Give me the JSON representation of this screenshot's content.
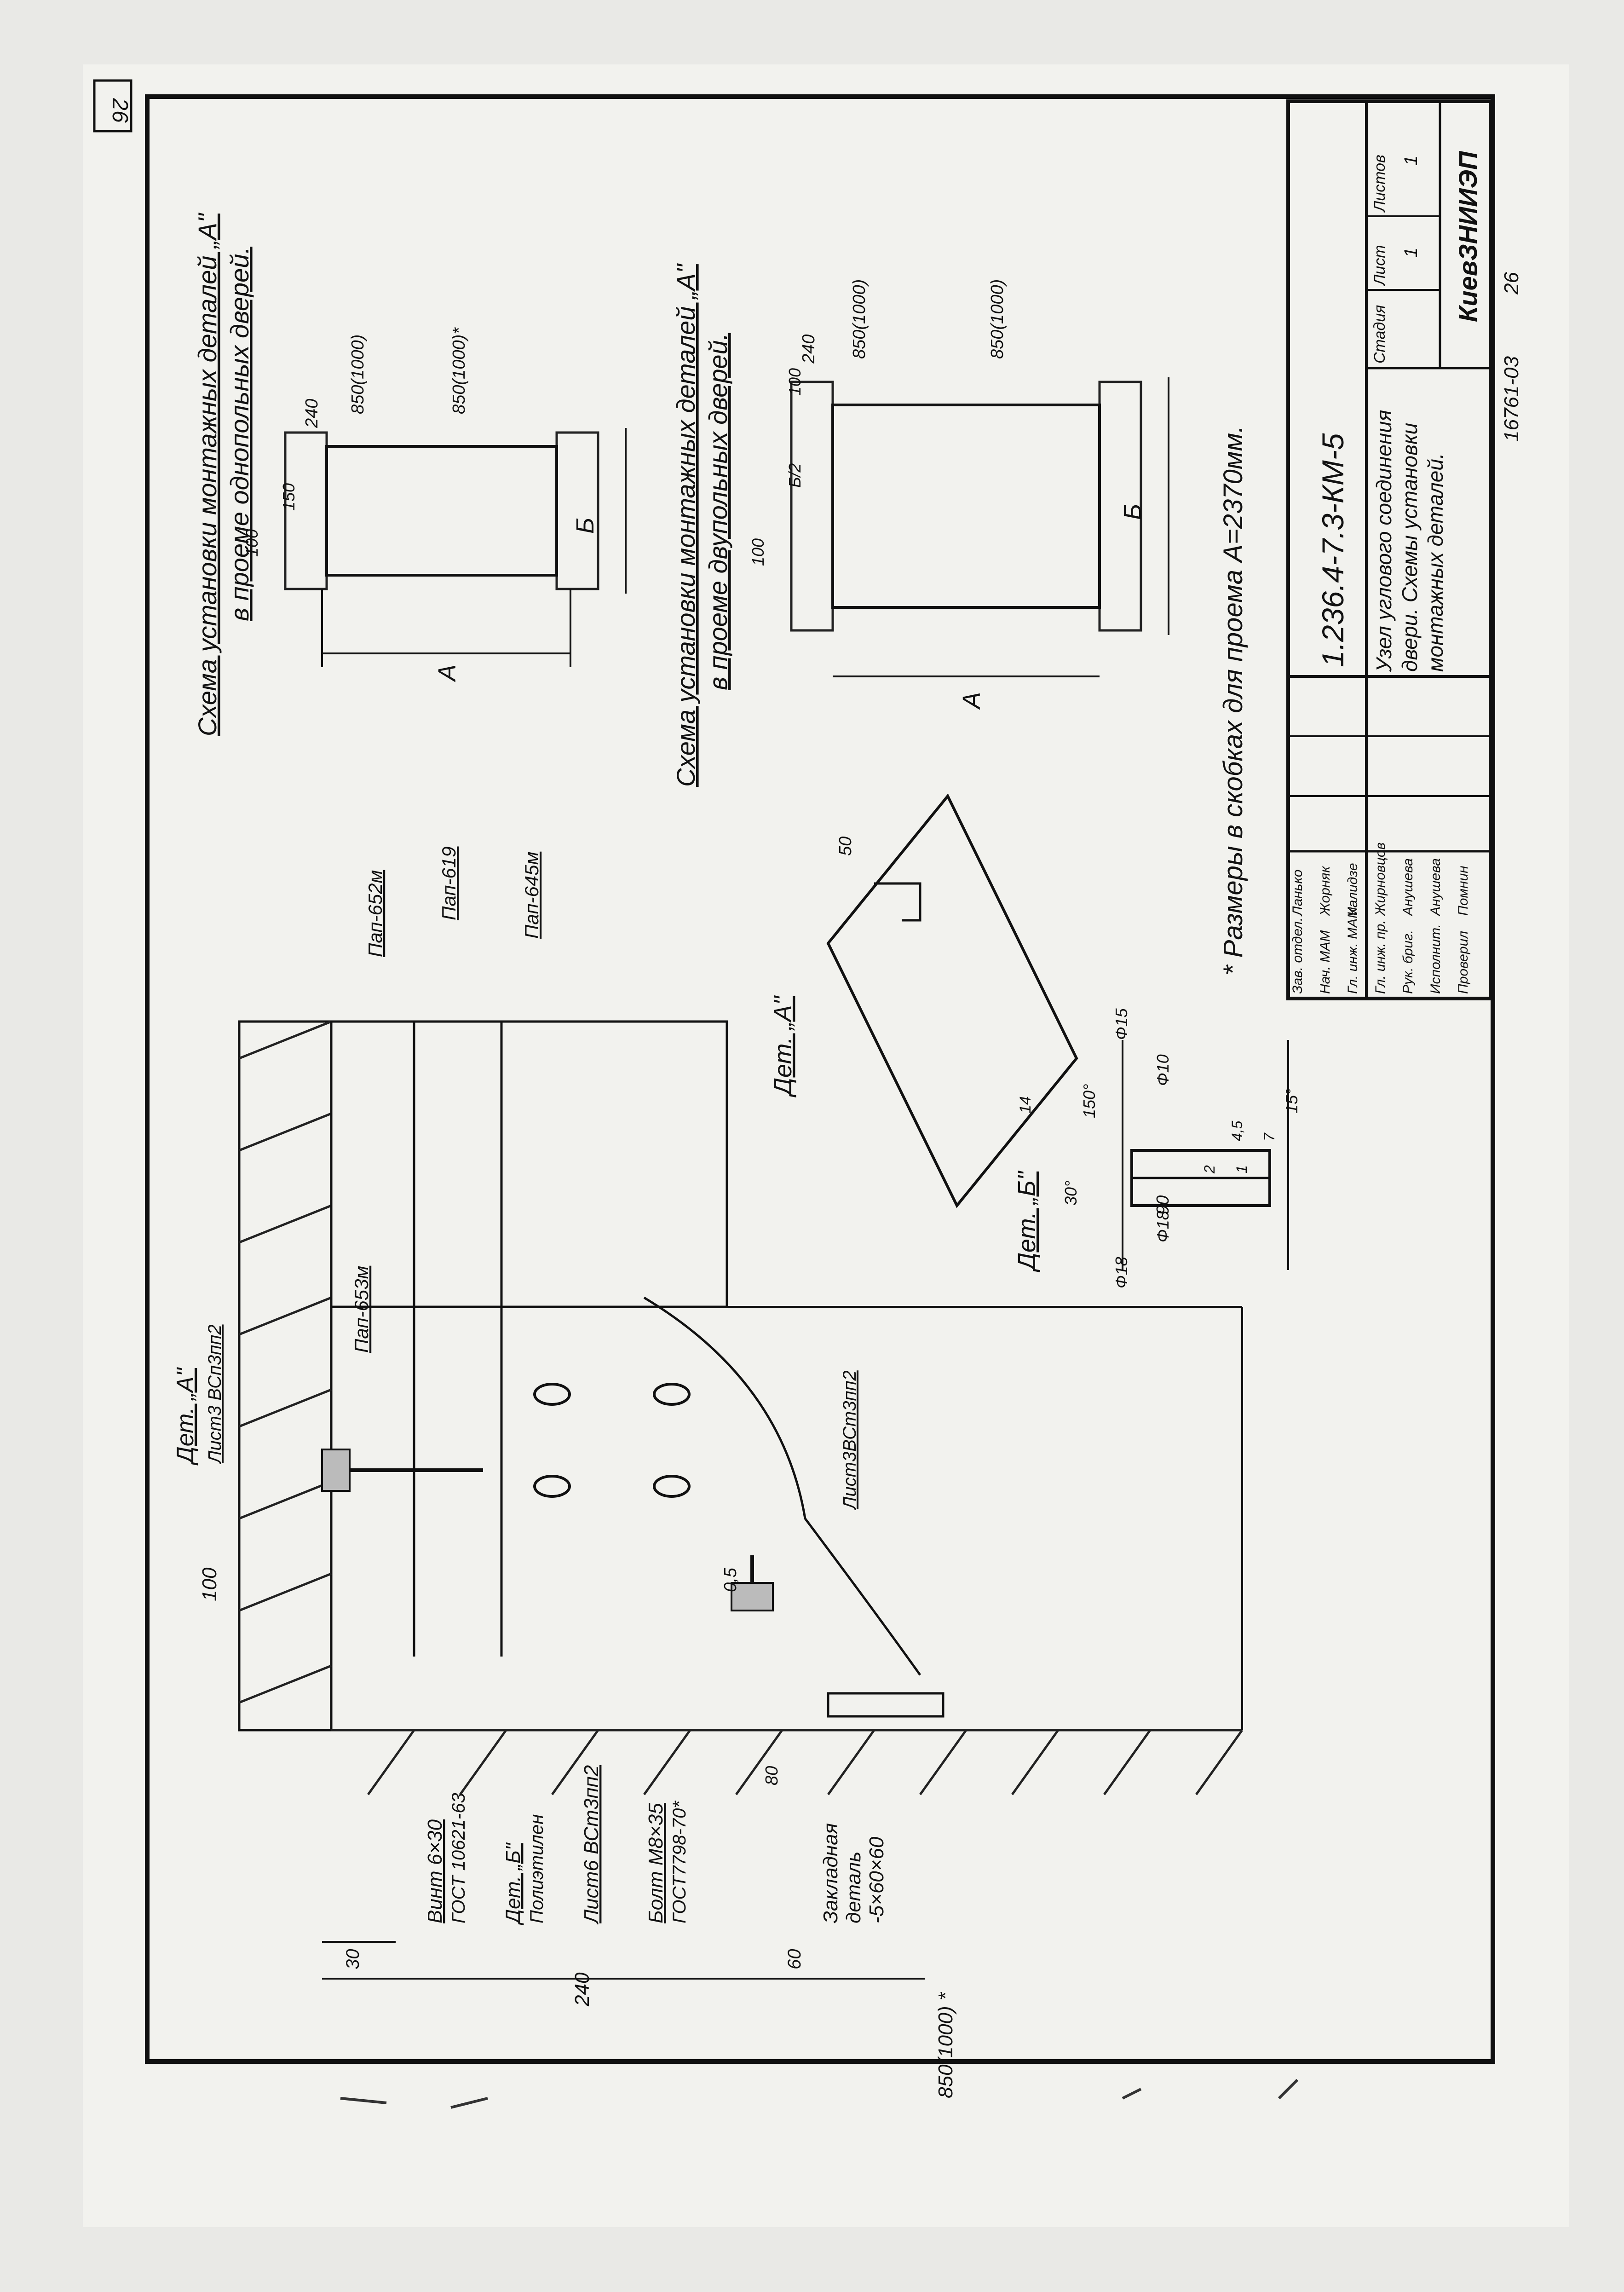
{
  "page_number": "26",
  "schemes": {
    "single_leaf": {
      "title_line1": "Схема установки монтажных деталей „А\"",
      "title_line2": "в проеме однопольных дверей.",
      "dims": [
        "850(1000)",
        "850(1000)*",
        "240",
        "100",
        "150"
      ],
      "label_a": "А",
      "label_b": "Б"
    },
    "double_leaf": {
      "title_line1": "Схема установки монтажных деталей „А\"",
      "title_line2": "в проеме двупольных дверей.",
      "dims": [
        "850(1000)",
        "850(1000)",
        "240",
        "100",
        "100",
        "Б/2"
      ],
      "label_a": "А",
      "label_b": "Б"
    }
  },
  "note": "* Размеры в скобках для проема А=2370мм.",
  "detail_a": {
    "title": "Дет. „А\"",
    "dims": [
      "50",
      "90",
      "14"
    ]
  },
  "detail_b": {
    "title": "Дет. „Б\"",
    "dims": [
      "Ф15",
      "Ф10",
      "Ф18",
      "Ф18",
      "150°",
      "30°",
      "15°",
      "2",
      "1",
      "4,5",
      "7"
    ]
  },
  "section_labels": {
    "panel_1": "Пап-652м",
    "panel_2": "Пап-619",
    "panel_3": "Пап-645м",
    "panel_4": "Пап-653м",
    "det_a": "Дет. „А\"",
    "det_a_mat": "Лист3 ВСп3пп2",
    "sheet_mat": "Лист3ВСт3пп2",
    "dim_100": "100",
    "dim_5": "0,5",
    "dim_80": "80"
  },
  "callouts": [
    {
      "line1": "Винт 6×30",
      "line2": "ГОСТ 10621-63"
    },
    {
      "line1": "Дет. „Б\"",
      "line2": "Полиэтилен"
    },
    {
      "line1": "Лист6 ВСт3пп2",
      "line2": ""
    },
    {
      "line1": "Болт М8×35",
      "line2": "ГОСТ7798-70*"
    },
    {
      "line1": "Закладная",
      "line2": "деталь",
      "line3": "-5×60×60"
    }
  ],
  "bottom_dims": [
    "30",
    "240",
    "60",
    "850(1000) *"
  ],
  "title_block": {
    "code": "1.236.4-7.3-КМ-5",
    "description": "Узел углового соединения двери. Схемы установки монтажных деталей.",
    "stage_header": "Стадия",
    "sheet_header": "Лист",
    "sheets_header": "Листов",
    "stage_value": "",
    "sheet_value": "1",
    "sheets_value": "1",
    "organization": "КиевЗНИИЭП",
    "roles": [
      "Зав. отдел.",
      "Нач. МАМ",
      "Гл. инж. МАМ",
      "Гл. инж. пр.",
      "Рук. бриг.",
      "Исполнит.",
      "Проверил"
    ],
    "names": [
      "Ланько",
      "Жорняк",
      "Калидзе",
      "Жирновцов",
      "Анушева",
      "Анушева",
      "Помнин"
    ]
  },
  "stamp_number": "16761-03",
  "stamp_page": "26"
}
